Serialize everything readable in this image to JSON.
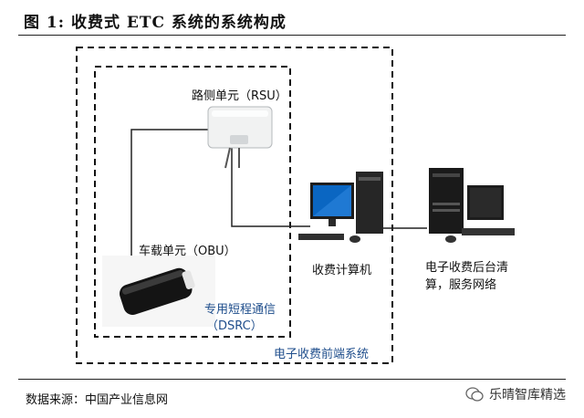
{
  "figure": {
    "title": "图 1: 收费式 ETC 系统的系统构成",
    "source": "数据来源：中国产业信息网",
    "brand": "乐晴智库精选"
  },
  "labels": {
    "rsu": "路侧单元（RSU）",
    "obu": "车载单元（OBU）",
    "dsrc_line1": "专用短程通信",
    "dsrc_line2": "（DSRC）",
    "front_end_system": "电子收费前端系统",
    "computer": "收费计算机",
    "backend_line1": "电子收费后台清",
    "backend_line2": "算，服务网络"
  },
  "colors": {
    "accent_blue": "#1f4e8c"
  }
}
